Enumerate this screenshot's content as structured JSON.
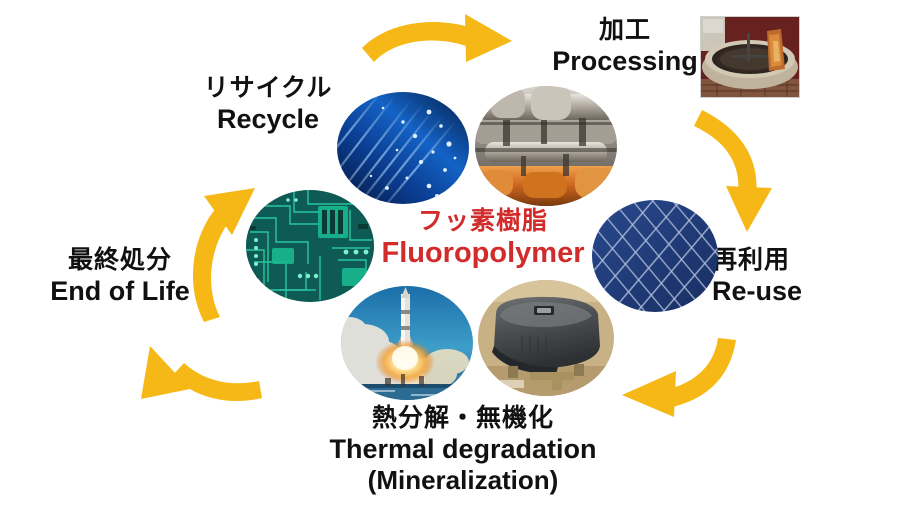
{
  "diagram": {
    "title_center": {
      "jp": "フッ素樹脂",
      "en": "Fluoropolymer",
      "color": "#D22B2B"
    },
    "accent_color": "#F5B816",
    "background": "#FFFFFF",
    "stages": [
      {
        "id": "processing",
        "jp": "加工",
        "en": "Processing",
        "position": "top"
      },
      {
        "id": "re-use",
        "jp": "再利用",
        "en": "Re-use",
        "position": "right"
      },
      {
        "id": "thermal-degradation",
        "jp": "熱分解・無機化",
        "en": "Thermal degradation",
        "en2": "(Mineralization)",
        "position": "bottom"
      },
      {
        "id": "end-of-life",
        "jp": "最終処分",
        "en": "End of Life",
        "position": "left"
      },
      {
        "id": "recycle",
        "jp": "リサイクル",
        "en": "Recycle",
        "position": "top-left"
      }
    ],
    "photos": [
      {
        "id": "fiber-optic",
        "alt": "blue fiber optic strands"
      },
      {
        "id": "industrial-pipes",
        "alt": "industrial machinery pipes"
      },
      {
        "id": "circuit-board",
        "alt": "green printed circuit board"
      },
      {
        "id": "solar-panel",
        "alt": "blue solar photovoltaic panel"
      },
      {
        "id": "rocket-launch",
        "alt": "rocket launch with exhaust plume"
      },
      {
        "id": "battery-module",
        "alt": "dark grey tank module on tan base"
      },
      {
        "id": "processing-vessel",
        "alt": "circular industrial mixing vessel"
      }
    ],
    "arrows": [
      {
        "id": "arrow-to-processing",
        "direction": "right",
        "position": "top"
      },
      {
        "id": "arrow-to-reuse",
        "direction": "down",
        "position": "right"
      },
      {
        "id": "arrow-to-thermal",
        "direction": "left",
        "position": "bottom-right"
      },
      {
        "id": "arrow-to-eol",
        "direction": "up-left",
        "position": "bottom-left"
      },
      {
        "id": "arrow-to-recycle",
        "direction": "up-right",
        "position": "left"
      }
    ]
  }
}
